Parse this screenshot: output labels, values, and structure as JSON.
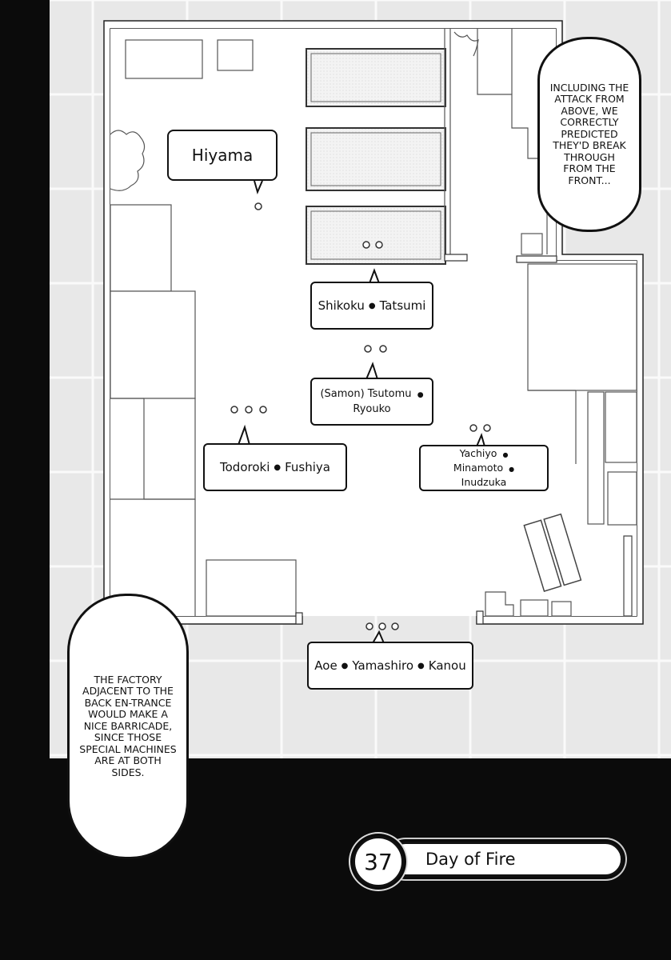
{
  "map": {
    "labels": {
      "hiyama": "Hiyama",
      "shikoku_tatsumi": [
        "Shikoku",
        "Tatsumi"
      ],
      "samon_tsutomu_ryouko": [
        "(Samon) Tsutomu",
        "Ryouko"
      ],
      "todoroki_fushiya": [
        "Todoroki",
        "Fushiya"
      ],
      "yachiyo_minamoto_inudzuka": [
        "Yachiyo",
        "Minamoto",
        "Inudzuka"
      ],
      "aoe_yamashiro_kanou": [
        "Aoe",
        "Yamashiro",
        "Kanou"
      ]
    }
  },
  "narration": {
    "top_right": "Including the attack from above, we correctly predicted they'd break through from the front...",
    "bottom_left": "The factory adjacent to the back en-trance would make a nice barricade, since those special machines are at both sides."
  },
  "chapter": {
    "number": "37",
    "title": "Day of Fire"
  },
  "colors": {
    "background": "#0b0b0b",
    "tile_fill": "#e9e9e9",
    "tile_grid": "#ffffff",
    "floor": "#ffffff",
    "ink": "#111111"
  }
}
